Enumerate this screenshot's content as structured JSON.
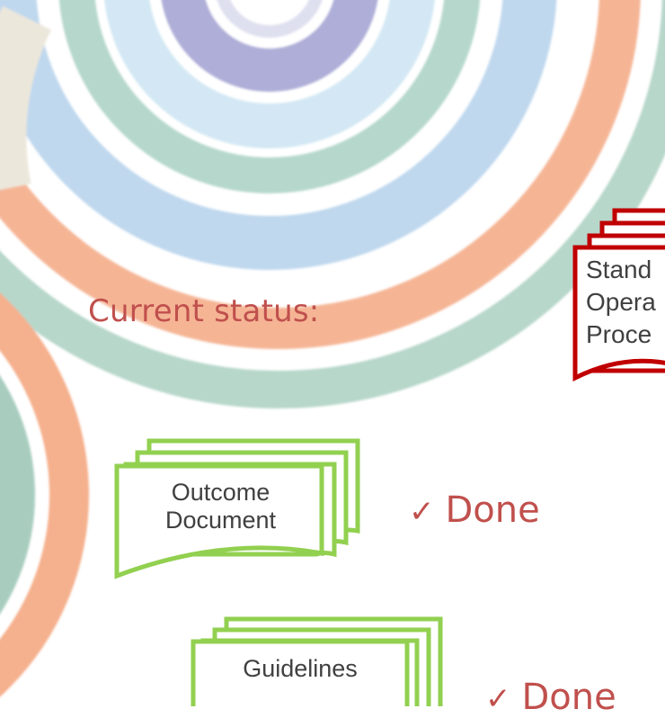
{
  "title": "Current status:",
  "documents": {
    "sop": {
      "lines": [
        "Stand",
        "Opera",
        "Proce"
      ],
      "color": "#c00000"
    },
    "outcome": {
      "lines": [
        "Outcome",
        "Document"
      ],
      "status": "Done",
      "color": "#92d050"
    },
    "guidelines": {
      "lines": [
        "Guidelines"
      ],
      "status": "Done",
      "color": "#92d050"
    }
  },
  "icons": {
    "check": "checkmark-icon"
  },
  "colors": {
    "title": "#c0504d",
    "arc_orange": "#f5b08d",
    "arc_green": "#a9cfc0",
    "arc_blue": "#bcd6ec",
    "arc_lightblue": "#d6eaf6",
    "arc_purple": "#a9a9d6",
    "arc_beige": "#ece7db"
  }
}
